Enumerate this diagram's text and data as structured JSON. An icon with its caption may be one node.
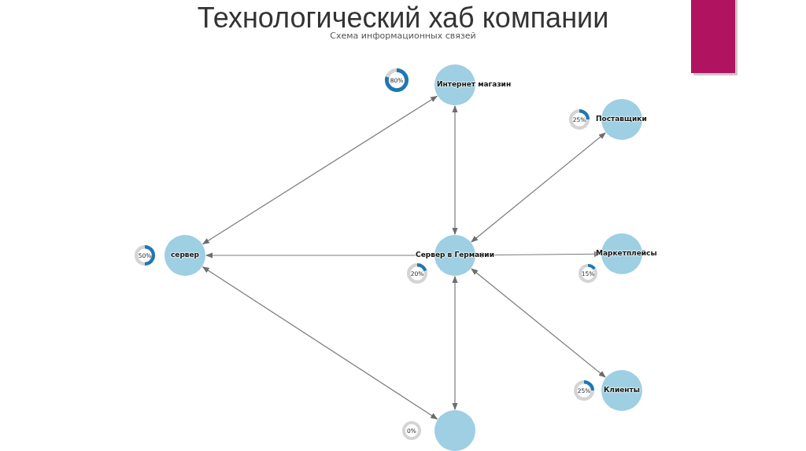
{
  "diagram": {
    "title": "Технологический хаб компании",
    "caption": "Схема информационных связей",
    "nodes": [
      {
        "text": [
          "Интернет магазин"
        ]
      },
      {
        "text": [
          "Поставщики"
        ]
      },
      {
        "text": [
          "сервер"
        ]
      },
      {
        "text": [
          "Сервер в Германии"
        ]
      },
      {
        "text": [
          "Маркетплейсы"
        ]
      },
      {
        "text": [
          "Клиенты"
        ]
      },
      {
        "text": [],
        "shape": "circle"
      }
    ],
    "edges": [
      {
        "from": 2,
        "to": 0,
        "arrow": "both"
      },
      {
        "from": 0,
        "to": 3,
        "arrow": "both"
      },
      {
        "from": 3,
        "to": 1,
        "arrow": "both"
      },
      {
        "from": 3,
        "to": 2,
        "arrow": "to"
      },
      {
        "from": 3,
        "to": 4,
        "arrow": "both"
      },
      {
        "from": 3,
        "to": 5,
        "arrow": "both"
      },
      {
        "from": 3,
        "to": 6,
        "arrow": "both"
      },
      {
        "from": 2,
        "to": 6,
        "arrow": "both"
      }
    ],
    "labels": [
      "80%",
      "25%",
      "50%",
      "20%",
      "15%",
      "25%",
      "0%"
    ]
  }
}
